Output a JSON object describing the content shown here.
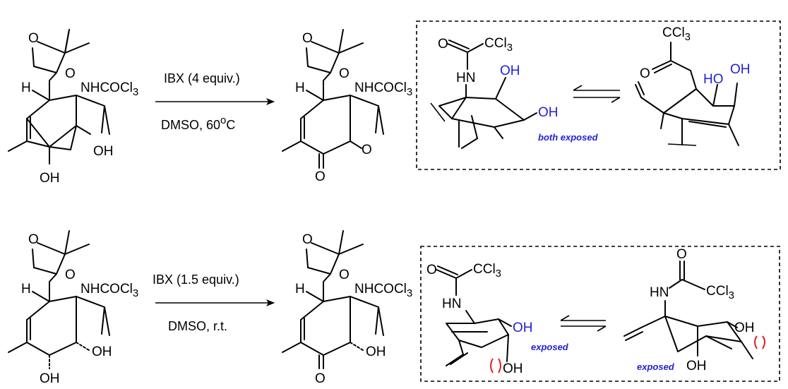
{
  "reactions": [
    {
      "reagent": "IBX (4 equiv.)",
      "solvent_temp": "DMSO, 60",
      "temp_sup": "o",
      "temp_unit": "C"
    },
    {
      "reagent": "IBX (1.5 equiv.)",
      "solvent_temp": "DMSO, r.t."
    }
  ],
  "labels": {
    "o": "O",
    "h": "H",
    "oh": "OH",
    "ho": "HO",
    "nh": "HN",
    "amide_main": "NHCOCl",
    "amide_sub": "3",
    "ccl": "CCl",
    "ccl_sub": "3"
  },
  "notes": {
    "top": "both exposed",
    "bottom_left": "exposed",
    "bottom_right": "exposed"
  },
  "colors": {
    "annotation": "#1f1fd6",
    "steric_clash": "#e02020"
  }
}
